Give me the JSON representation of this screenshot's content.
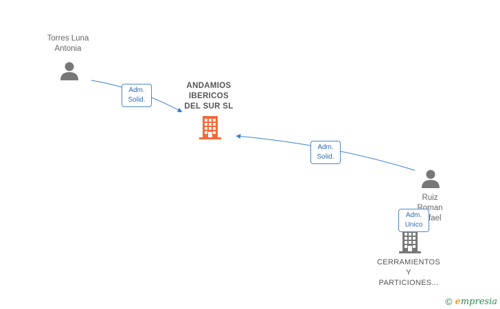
{
  "nodes": {
    "person_torres": {
      "label_lines": [
        "Torres Luna",
        "Antonia"
      ]
    },
    "company_main": {
      "label_lines": [
        "ANDAMIOS",
        "IBERICOS",
        "DEL SUR  SL"
      ]
    },
    "person_ruiz": {
      "label_lines": [
        "Ruiz",
        "Roman",
        "Rafael"
      ]
    },
    "company_cerramientos": {
      "label_lines": [
        "CERRAMIENTOS",
        "Y",
        "PARTICIONES..."
      ]
    }
  },
  "relations": {
    "torres_to_main": [
      "Adm.",
      "Solid."
    ],
    "ruiz_to_main": [
      "Adm.",
      "Solid."
    ],
    "ruiz_to_cerramientos": [
      "Adm.",
      "Unico"
    ]
  },
  "footer": {
    "copyright_symbol": "©",
    "brand_initial": "e",
    "brand_rest": "mpresia"
  },
  "colors": {
    "edge": "#3a7fd0",
    "main_company": "#f26a3d",
    "secondary_company": "#777777",
    "person": "#777777"
  },
  "icons": {
    "person": "person-icon",
    "company": "building-icon"
  }
}
